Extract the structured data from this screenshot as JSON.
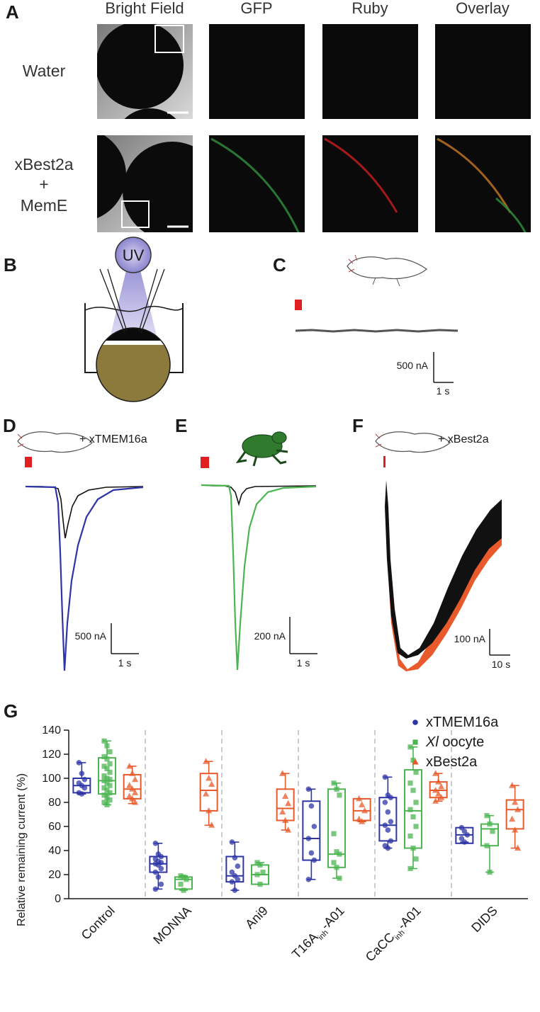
{
  "figure": {
    "panel_labels": {
      "a": "A",
      "b": "B",
      "c": "C",
      "d": "D",
      "e": "E",
      "f": "F",
      "g": "G"
    },
    "panel_a": {
      "columns": [
        "Bright Field",
        "GFP",
        "Ruby",
        "Overlay"
      ],
      "row1_label": "Water",
      "row2_label": [
        "xBest2a",
        "+",
        "MemE"
      ]
    },
    "panel_b": {
      "uv_label": "UV"
    },
    "panel_c": {
      "scale_y": "500 nA",
      "scale_x": "1 s"
    },
    "panel_d": {
      "title": "+ xTMEM16a",
      "scale_y": "500 nA",
      "scale_x": "1 s"
    },
    "panel_e": {
      "scale_y": "200 nA",
      "scale_x": "1 s"
    },
    "panel_f": {
      "title": "+ xBest2a",
      "scale_y": "100 nA",
      "scale_x": "10 s"
    },
    "colors": {
      "tmem": "#2e35a6",
      "xl": "#4cb551",
      "best": "#e8592b",
      "stim": "#e02020",
      "trace_black": "#111111"
    }
  },
  "chart_data": {
    "type": "box",
    "title": "",
    "xlabel": "",
    "ylabel": "Relative remaining current (%)",
    "ylim": [
      0,
      140
    ],
    "yticks": [
      0,
      20,
      40,
      60,
      80,
      100,
      120,
      140
    ],
    "categories": [
      {
        "main": "Control",
        "sub": "",
        "tail": ""
      },
      {
        "main": "MONNA",
        "sub": "",
        "tail": ""
      },
      {
        "main": "Ani9",
        "sub": "",
        "tail": ""
      },
      {
        "main": "T16A",
        "sub": "inh",
        "tail": "-A01"
      },
      {
        "main": "CaCC",
        "sub": "inh",
        "tail": "-A01"
      },
      {
        "main": "DIDS",
        "sub": "",
        "tail": ""
      }
    ],
    "series": [
      {
        "name": "xTMEM16a",
        "legend_main": "xTMEM16a",
        "legend_italic": "",
        "marker": "circle",
        "color": "#2e35a6",
        "boxes": [
          {
            "min": 87,
            "q1": 88,
            "median": 94,
            "q3": 100,
            "max": 113,
            "points": [
              113,
              104,
              99,
              96,
              94,
              92,
              88,
              87
            ]
          },
          {
            "min": 8,
            "q1": 22,
            "median": 29,
            "q3": 35,
            "max": 46,
            "points": [
              46,
              37,
              35,
              33,
              31,
              30,
              29,
              28,
              25,
              22,
              18,
              12,
              8
            ]
          },
          {
            "min": 7,
            "q1": 14,
            "median": 19,
            "q3": 35,
            "max": 47,
            "points": [
              47,
              34,
              27,
              22,
              19,
              16,
              14,
              7
            ]
          },
          {
            "min": 16,
            "q1": 32,
            "median": 50,
            "q3": 81,
            "max": 91,
            "points": [
              91,
              77,
              60,
              50,
              38,
              32,
              16
            ]
          },
          {
            "min": 42,
            "q1": 48,
            "median": 61,
            "q3": 84,
            "max": 101,
            "points": [
              101,
              86,
              84,
              80,
              72,
              64,
              61,
              57,
              48,
              44,
              42
            ]
          },
          {
            "min": 47,
            "q1": 46,
            "median": 53,
            "q3": 59,
            "max": 59,
            "points": [
              59,
              56,
              53,
              50,
              47
            ]
          }
        ]
      },
      {
        "name": "Xl oocyte",
        "legend_main": "",
        "legend_italic": "Xl",
        "legend_suffix": " oocyte",
        "marker": "square",
        "color": "#4cb551",
        "boxes": [
          {
            "min": 78,
            "q1": 87,
            "median": 98,
            "q3": 117,
            "max": 131,
            "points": [
              131,
              127,
              122,
              118,
              116,
              112,
              110,
              108,
              105,
              102,
              100,
              99,
              98,
              96,
              94,
              92,
              90,
              88,
              86,
              84,
              82,
              80,
              78
            ]
          },
          {
            "min": 7,
            "q1": 8,
            "median": 16,
            "q3": 18,
            "max": 19,
            "points": [
              19,
              18,
              16,
              12,
              7
            ]
          },
          {
            "min": 12,
            "q1": 12,
            "median": 20,
            "q3": 28,
            "max": 30,
            "points": [
              30,
              28,
              22,
              20,
              12
            ]
          },
          {
            "min": 17,
            "q1": 26,
            "median": 37,
            "q3": 91,
            "max": 96,
            "points": [
              96,
              91,
              86,
              54,
              39,
              37,
              30,
              26,
              17
            ]
          },
          {
            "min": 25,
            "q1": 42,
            "median": 73,
            "q3": 107,
            "max": 126,
            "points": [
              126,
              115,
              105,
              96,
              90,
              80,
              74,
              68,
              60,
              52,
              42,
              33,
              25
            ]
          },
          {
            "min": 22,
            "q1": 44,
            "median": 58,
            "q3": 62,
            "max": 69,
            "points": [
              69,
              62,
              56,
              44,
              22
            ]
          }
        ]
      },
      {
        "name": "xBest2a",
        "legend_main": "xBest2a",
        "legend_italic": "",
        "marker": "triangle",
        "color": "#e8592b",
        "boxes": [
          {
            "min": 79,
            "q1": 83,
            "median": 91,
            "q3": 103,
            "max": 110,
            "points": [
              110,
              104,
              99,
              94,
              91,
              88,
              85,
              83,
              80
            ]
          },
          {
            "min": 61,
            "q1": 73,
            "median": 90,
            "q3": 104,
            "max": 114,
            "points": [
              114,
              100,
              95,
              87,
              73,
              61
            ]
          },
          {
            "min": 57,
            "q1": 65,
            "median": 75,
            "q3": 91,
            "max": 104,
            "points": [
              104,
              85,
              79,
              72,
              65,
              57
            ]
          },
          {
            "min": 64,
            "q1": 65,
            "median": 73,
            "q3": 83,
            "max": 83,
            "points": [
              83,
              78,
              73,
              66,
              64
            ]
          },
          {
            "min": 81,
            "q1": 84,
            "median": 90,
            "q3": 97,
            "max": 104,
            "points": [
              104,
              97,
              93,
              90,
              87,
              84,
              81
            ]
          },
          {
            "min": 42,
            "q1": 58,
            "median": 74,
            "q3": 82,
            "max": 94,
            "points": [
              94,
              80,
              74,
              66,
              57,
              42
            ]
          }
        ]
      }
    ]
  }
}
